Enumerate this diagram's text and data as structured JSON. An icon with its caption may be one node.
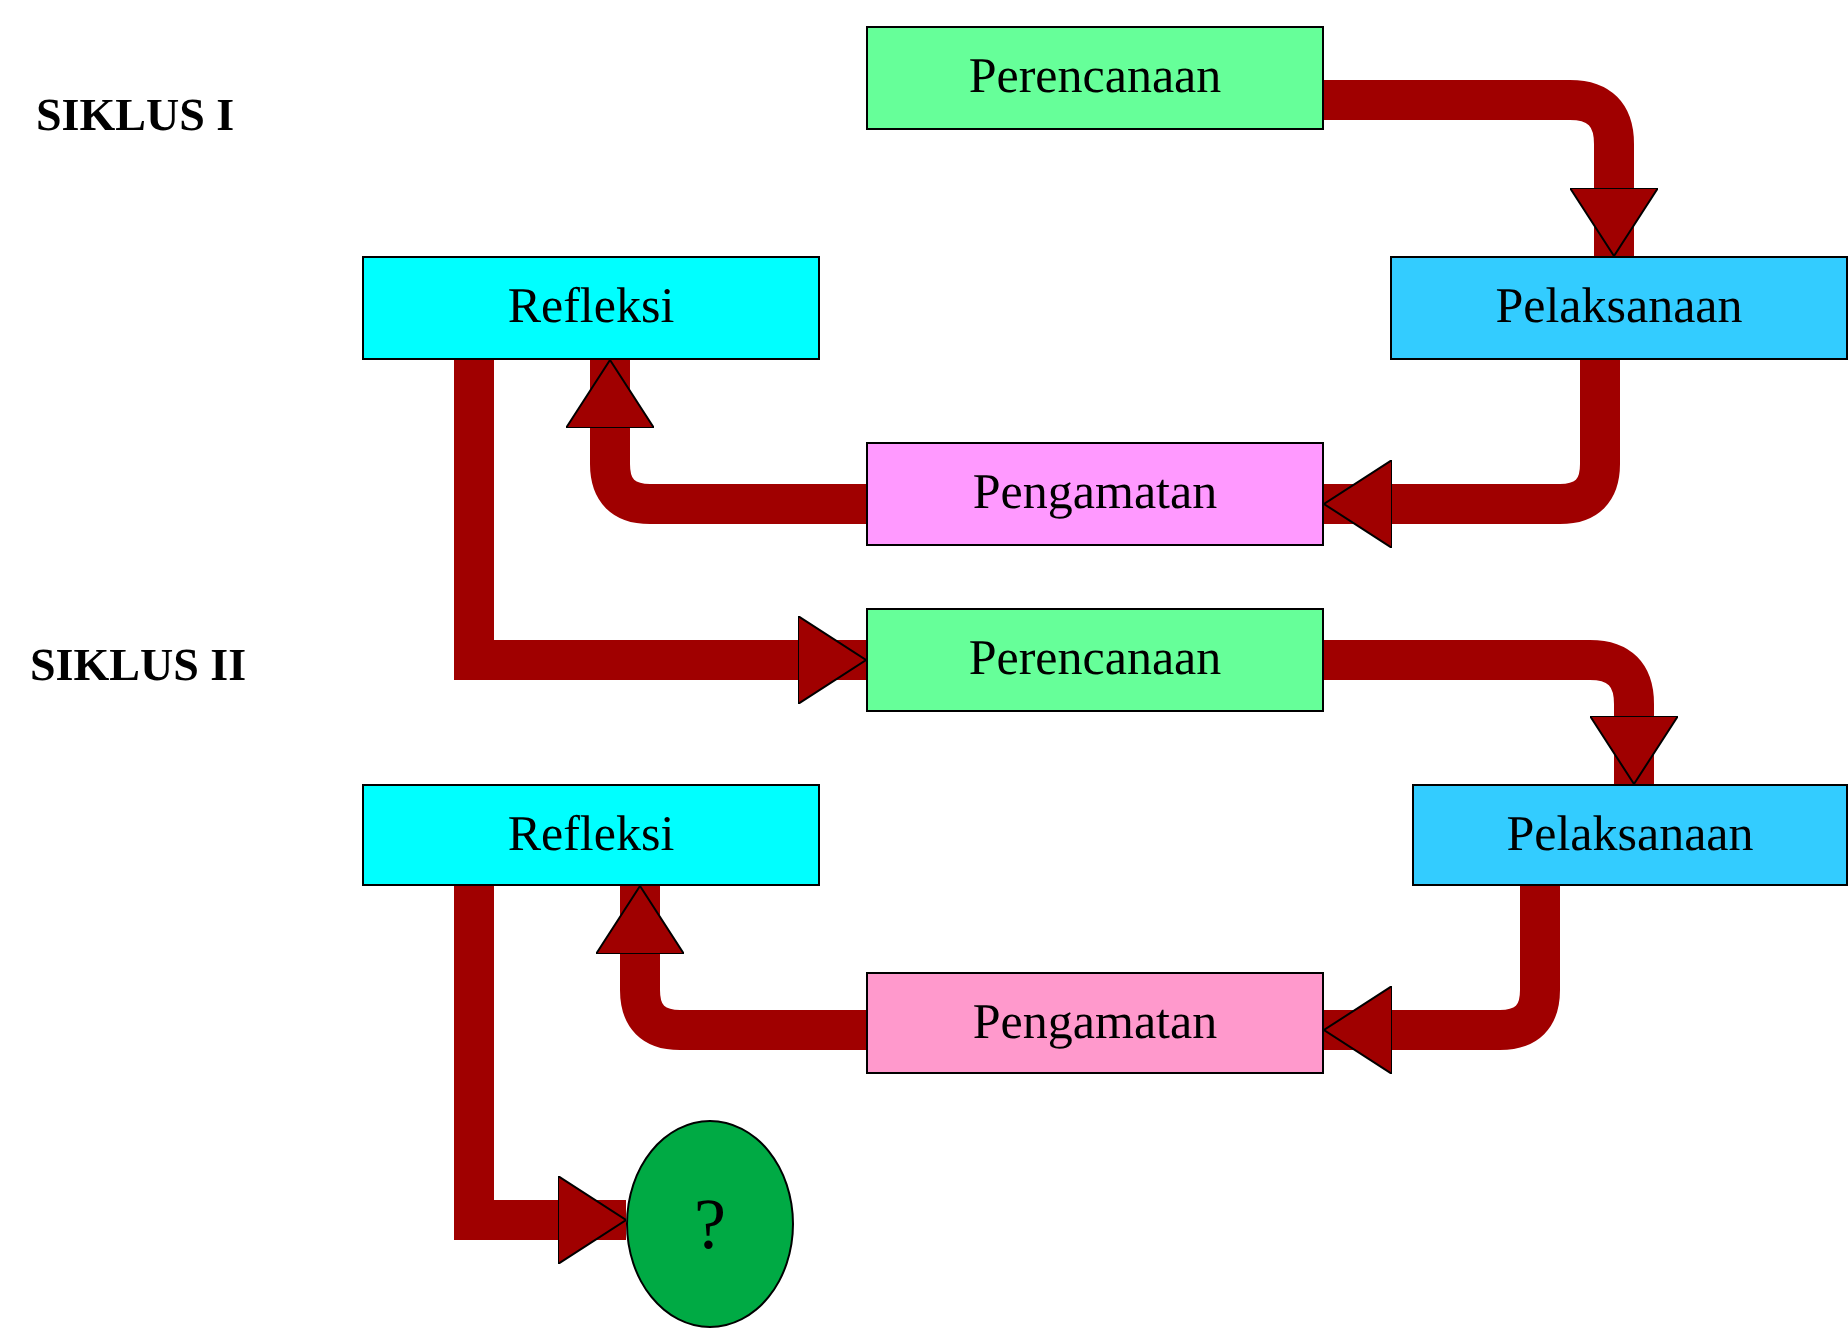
{
  "diagram": {
    "nodes": [
      {
        "text": [
          "Perencanaan"
        ]
      },
      {
        "text": [
          "Pelaksanaan"
        ]
      },
      {
        "text": [
          "Pengamatan"
        ]
      },
      {
        "text": [
          "Refleksi"
        ]
      },
      {
        "text": [
          "Perencanaan"
        ]
      },
      {
        "text": [
          "Pelaksanaan"
        ]
      },
      {
        "text": [
          "Pengamatan"
        ]
      },
      {
        "text": [
          "Refleksi"
        ]
      },
      {
        "text": [
          "?"
        ]
      }
    ],
    "edges": [
      {
        "from": 0,
        "to": 1,
        "arrow": "to"
      },
      {
        "from": 1,
        "to": 2,
        "arrow": "to"
      },
      {
        "from": 2,
        "to": 3,
        "arrow": "to"
      },
      {
        "from": 3,
        "to": 4,
        "arrow": "to"
      },
      {
        "from": 4,
        "to": 5,
        "arrow": "to"
      },
      {
        "from": 5,
        "to": 6,
        "arrow": "to"
      },
      {
        "from": 6,
        "to": 7,
        "arrow": "to"
      },
      {
        "from": 7,
        "to": 8,
        "arrow": "to"
      }
    ],
    "labels": [
      "SIKLUS I",
      "SIKLUS II"
    ]
  }
}
